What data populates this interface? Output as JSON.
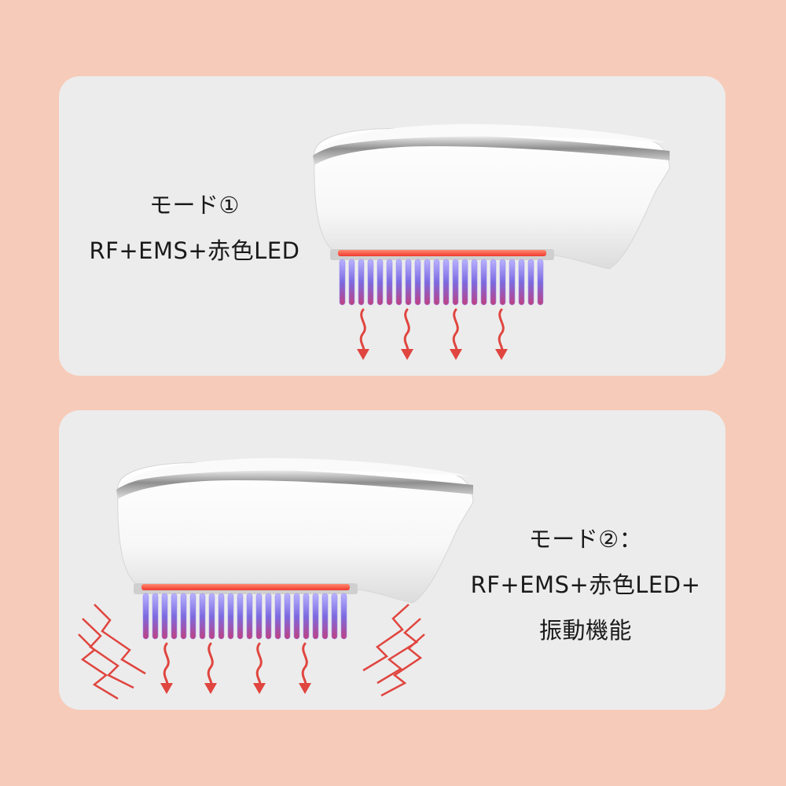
{
  "modes": [
    {
      "line1": "モード①",
      "line2": "RF+EMS+赤色LED"
    },
    {
      "line1": "モード②：",
      "line2": "RF+EMS+赤色LED+",
      "line3": "振動機能"
    }
  ],
  "colors": {
    "background": "#f7cbb9",
    "panel": "#ececec",
    "arrow_red": "#e0453f",
    "bristle_purple": "#7c6ae0",
    "led_red": "#f03a2e"
  }
}
